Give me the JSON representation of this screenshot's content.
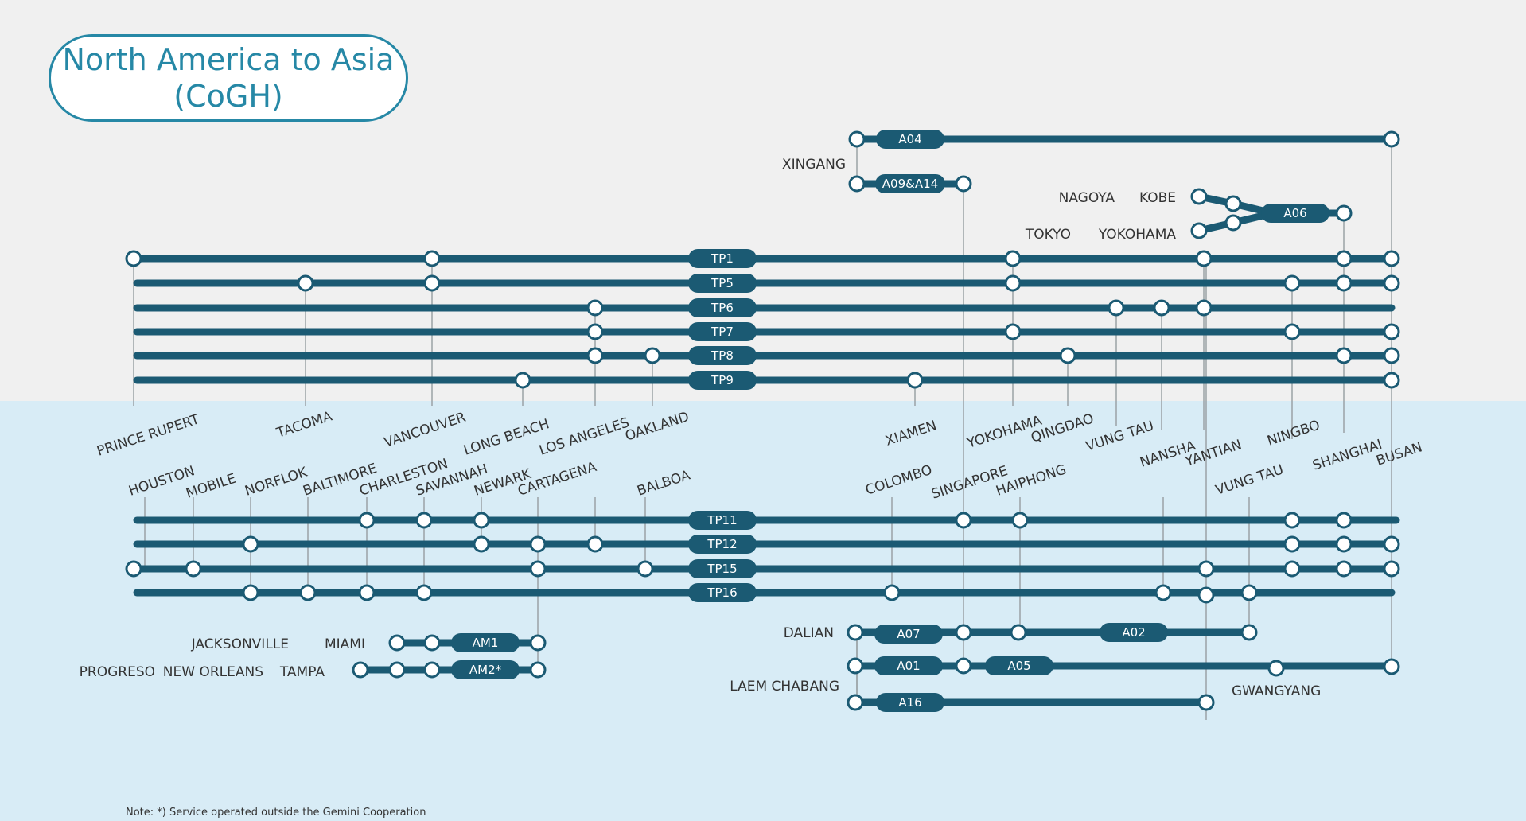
{
  "title": {
    "line1": "North America to Asia",
    "line2": "(CoGH)"
  },
  "note": "Note: *) Service operated outside the Gemini Cooperation",
  "colors": {
    "top_bg": "#f0f0f0",
    "bottom_bg": "#d8ecf6",
    "line": "#1b5a73",
    "stem": "#9aa2a6",
    "title": "#2688a6",
    "stop_fill": "#ffffff"
  },
  "services": [
    {
      "id": "tp1",
      "label": "TP1"
    },
    {
      "id": "tp5",
      "label": "TP5"
    },
    {
      "id": "tp6",
      "label": "TP6"
    },
    {
      "id": "tp7",
      "label": "TP7"
    },
    {
      "id": "tp8",
      "label": "TP8"
    },
    {
      "id": "tp9",
      "label": "TP9"
    },
    {
      "id": "tp11",
      "label": "TP11"
    },
    {
      "id": "tp12",
      "label": "TP12"
    },
    {
      "id": "tp15",
      "label": "TP15"
    },
    {
      "id": "tp16",
      "label": "TP16"
    },
    {
      "id": "a04",
      "label": "A04"
    },
    {
      "id": "a09",
      "label": "A09&A14"
    },
    {
      "id": "a06",
      "label": "A06"
    },
    {
      "id": "a07",
      "label": "A07"
    },
    {
      "id": "a02",
      "label": "A02"
    },
    {
      "id": "a01",
      "label": "A01"
    },
    {
      "id": "a05",
      "label": "A05"
    },
    {
      "id": "a16",
      "label": "A16"
    },
    {
      "id": "am1",
      "label": "AM1"
    },
    {
      "id": "am2",
      "label": "AM2*"
    }
  ],
  "ports": {
    "north_america_pacific": [
      "PRINCE RUPERT",
      "TACOMA",
      "VANCOUVER",
      "LONG BEACH",
      "LOS ANGELES",
      "OAKLAND"
    ],
    "asia_pacific_row": [
      "XIAMEN",
      "YOKOHAMA",
      "QINGDAO",
      "VUNG TAU",
      "NANSHA",
      "YANTIAN",
      "NINGBO",
      "SHANGHAI",
      "BUSAN"
    ],
    "americas_east": [
      "HOUSTON",
      "MOBILE",
      "NORFLOK",
      "BALTIMORE",
      "CHARLESTON",
      "SAVANNAH",
      "NEWARK",
      "CARTAGENA",
      "BALBOA"
    ],
    "asia_east_row": [
      "COLOMBO",
      "SINGAPORE",
      "HAIPHONG",
      "VUNG TAU"
    ],
    "asia_north": [
      "XINGANG",
      "NAGOYA",
      "KOBE",
      "TOKYO",
      "YOKOHAMA"
    ],
    "asia_feeder": [
      "DALIAN",
      "LAEM CHABANG",
      "GWANGYANG"
    ],
    "americas_feeder": [
      "JACKSONVILLE",
      "MIAMI",
      "PROGRESO",
      "NEW ORLEANS",
      "TAMPA"
    ]
  }
}
